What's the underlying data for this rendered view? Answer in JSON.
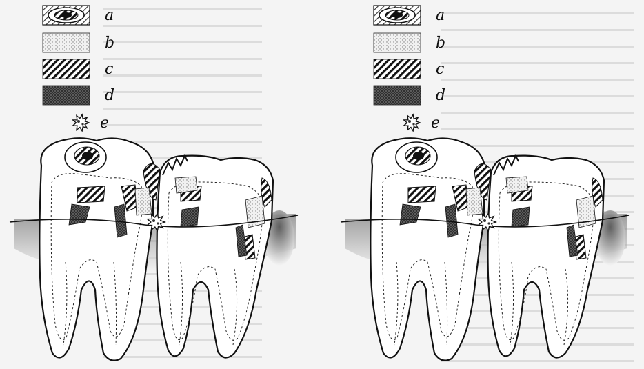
{
  "legend": [
    {
      "key": "a",
      "pattern": "concentric-lesion"
    },
    {
      "key": "b",
      "pattern": "stippled"
    },
    {
      "key": "c",
      "pattern": "diagonal-hatch"
    },
    {
      "key": "d",
      "pattern": "dense-crosshatch"
    },
    {
      "key": "e",
      "pattern": "star-cluster"
    }
  ],
  "colors": {
    "background": "#f4f4f4",
    "ink": "#111111",
    "shadow": "#555555",
    "bleed_through": "#c9c9c9"
  }
}
